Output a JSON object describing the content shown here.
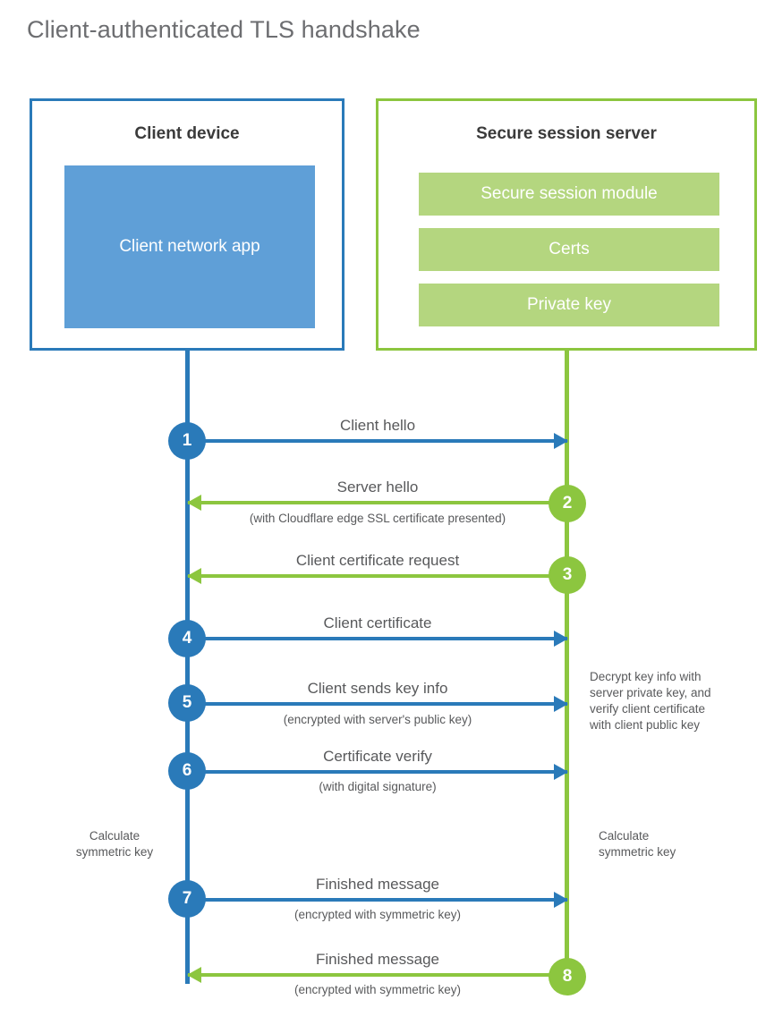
{
  "title": "Client-authenticated TLS handshake",
  "colors": {
    "blue": "#2a7ab9",
    "blue_fill": "#5f9fd7",
    "green": "#8cc63f",
    "green_fill": "#b4d67f",
    "text": "#58595b",
    "title_text": "#6d6e71",
    "background": "#ffffff"
  },
  "client_box": {
    "heading": "Client device",
    "app_label": "Client network app"
  },
  "server_box": {
    "heading": "Secure session server",
    "modules": [
      "Secure session module",
      "Certs",
      "Private key"
    ]
  },
  "notes": {
    "client_calculate": "Calculate\nsymmetric key",
    "client_calculate_line1": "Calculate",
    "client_calculate_line2": "symmetric key",
    "server_calculate_line1": "Calculate",
    "server_calculate_line2": "symmetric key",
    "server_decrypt_line1": "Decrypt key info with",
    "server_decrypt_line2": "server private key, and",
    "server_decrypt_line3": "verify client certificate",
    "server_decrypt_line4": "with client public key"
  },
  "steps": [
    {
      "number": "1",
      "direction": "client-to-server",
      "color": "blue",
      "label": "Client hello",
      "sublabel": ""
    },
    {
      "number": "2",
      "direction": "server-to-client",
      "color": "green",
      "label": "Server hello",
      "sublabel": "(with Cloudflare edge SSL certificate presented)"
    },
    {
      "number": "3",
      "direction": "server-to-client",
      "color": "green",
      "label": "Client certificate request",
      "sublabel": ""
    },
    {
      "number": "4",
      "direction": "client-to-server",
      "color": "blue",
      "label": "Client certificate",
      "sublabel": ""
    },
    {
      "number": "5",
      "direction": "client-to-server",
      "color": "blue",
      "label": "Client sends key info",
      "sublabel": "(encrypted with server's public key)"
    },
    {
      "number": "6",
      "direction": "client-to-server",
      "color": "blue",
      "label": "Certificate verify",
      "sublabel": "(with digital signature)"
    },
    {
      "number": "7",
      "direction": "client-to-server",
      "color": "blue",
      "label": "Finished message",
      "sublabel": "(encrypted with symmetric key)"
    },
    {
      "number": "8",
      "direction": "server-to-client",
      "color": "green",
      "label": "Finished message",
      "sublabel": "(encrypted with symmetric key)"
    }
  ]
}
